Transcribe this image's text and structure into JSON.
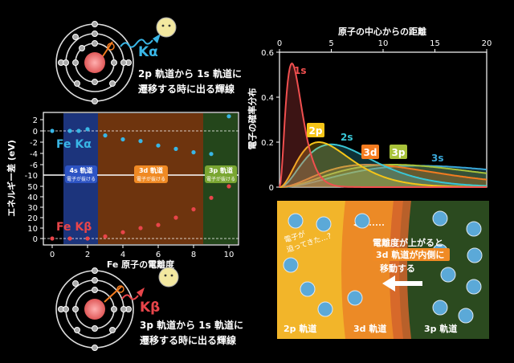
{
  "top_panel": {
    "arrow_label": "Kα",
    "caption_line1": "2p 軌道から 1s 軌道に",
    "caption_line2": "遷移する時に出る輝線"
  },
  "bottom_panel": {
    "arrow_label": "Kβ",
    "caption_line1": "3p 軌道から 1s 軌道に",
    "caption_line2": "遷移する時に出る輝線"
  },
  "left_chart": {
    "ylabel": "エネルギー差 (eV)",
    "xlabel": "Fe 原子の電離度",
    "ka_label": "Fe Kα",
    "kb_label": "Fe Kβ",
    "band_4s_title": "4s 軌道",
    "band_4s_sub": "電子が抜ける",
    "band_3d_title": "3d 軌道",
    "band_3d_sub": "電子が抜ける",
    "band_3p_title": "3p 軌道",
    "band_3p_sub": "電子が抜ける",
    "upper_yticks": [
      "2",
      "0",
      "-2",
      "-4",
      "-6",
      "-8",
      "-10"
    ],
    "lower_yticks": [
      "50",
      "40",
      "30",
      "20",
      "10",
      "0"
    ],
    "xticks": [
      "0",
      "2",
      "4",
      "6",
      "8",
      "10"
    ]
  },
  "right_chart": {
    "title": "原子の中心からの距離",
    "ylabel": "電子の確率分布",
    "xticks": [
      "0",
      "5",
      "10",
      "15",
      "20"
    ],
    "yticks": [
      "0",
      "0.2",
      "0.4",
      "0.6"
    ],
    "labels": {
      "s1": "1s",
      "p2": "2p",
      "s2": "2s",
      "d3": "3d",
      "p3": "3p",
      "s3": "3s"
    }
  },
  "bottom_right": {
    "bubble_line1": "電子が",
    "bubble_line2": "迫ってきた…?",
    "note_line1": "電離度が上がると",
    "note_line2": "3d 軌道が内側に",
    "note_line3": "移動する",
    "label_2p": "2p 軌道",
    "label_3d": "3d 軌道",
    "label_3p": "3p 軌道"
  },
  "colors": {
    "band_4s": "#1f3a8a",
    "band_3d": "#7a3a10",
    "band_3p": "#264a1c",
    "ka_points": "#39b6e6",
    "kb_points": "#e8454a",
    "curve_1s": "#f04f4f",
    "curve_2s": "#39c6d6",
    "curve_2p": "#f5c518",
    "curve_3d": "#f47c20",
    "curve_3p": "#a8c23a",
    "curve_3s": "#3aa7d8"
  },
  "chart_data": [
    {
      "type": "scatter",
      "xlabel": "Fe 原子の電離度",
      "ylabel": "エネルギー差 (eV)",
      "series": [
        {
          "name": "Fe Kα",
          "x": [
            0,
            1,
            1.5,
            2,
            3,
            4,
            5,
            6,
            7,
            8,
            9,
            10
          ],
          "y": [
            0,
            0,
            0,
            0.3,
            -0.8,
            -1.5,
            -1.8,
            -2.6,
            -3.2,
            -3.8,
            -4.1,
            2.6
          ]
        },
        {
          "name": "Fe Kβ",
          "x": [
            0,
            1,
            2,
            3,
            4,
            5,
            6,
            7,
            8,
            9,
            10
          ],
          "y": [
            0,
            0,
            0,
            2,
            6,
            10,
            13,
            20,
            28,
            39,
            50
          ]
        }
      ]
    },
    {
      "type": "line",
      "title": "原子の中心からの距離",
      "ylabel": "電子の確率分布",
      "xlim": [
        0,
        20
      ],
      "ylim": [
        0,
        0.6
      ],
      "series": [
        {
          "name": "1s",
          "peak_x": 1.2,
          "peak_y": 0.55
        },
        {
          "name": "2p",
          "peak_x": 3.8,
          "peak_y": 0.2
        },
        {
          "name": "2s",
          "peak_x": 5.0,
          "peak_y": 0.19
        },
        {
          "name": "3d",
          "peak_x": 8.5,
          "peak_y": 0.1
        },
        {
          "name": "3p",
          "peak_x": 11.0,
          "peak_y": 0.1
        },
        {
          "name": "3s",
          "peak_x": 13.5,
          "peak_y": 0.095
        }
      ]
    }
  ]
}
